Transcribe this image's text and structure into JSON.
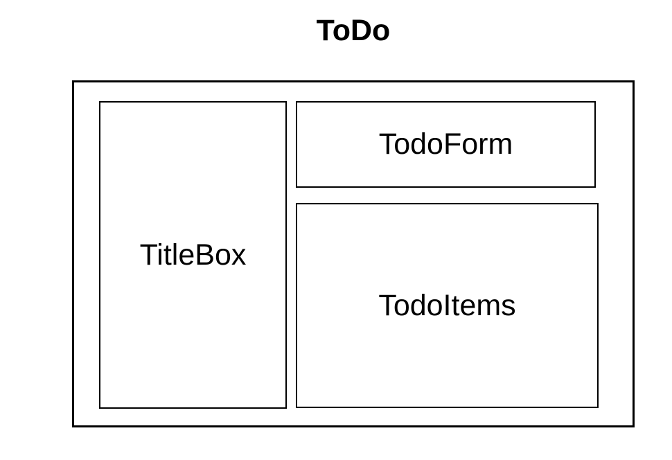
{
  "diagram": {
    "title": "ToDo",
    "nodes": {
      "titlebox": {
        "label": "TitleBox"
      },
      "todoform": {
        "label": "TodoForm"
      },
      "todoitems": {
        "label": "TodoItems"
      }
    }
  },
  "colors": {
    "stroke": "#000000",
    "text": "#000000",
    "background": "#ffffff"
  }
}
